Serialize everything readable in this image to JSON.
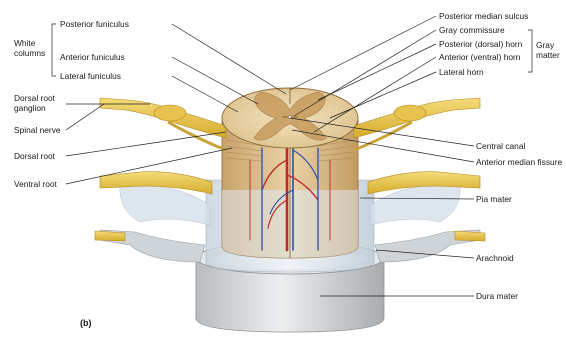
{
  "figure": {
    "panel_label": "(b)",
    "colors": {
      "white_matter": "#e6d0a6",
      "gray_matter": "#c79a5c",
      "nerve": "#e8c64a",
      "pia": "#c9d9e8",
      "dura": "#d3d5d6",
      "artery": "#c0282d",
      "vein": "#2d4fa8"
    }
  },
  "labels": {
    "white_columns_group": [
      "White",
      "columns"
    ],
    "gray_matter_group": [
      "Gray",
      "matter"
    ],
    "posterior_funiculus": "Posterior funiculus",
    "anterior_funiculus": "Anterior funiculus",
    "lateral_funiculus": "Lateral funiculus",
    "dorsal_root_ganglion": [
      "Dorsal root",
      "ganglion"
    ],
    "spinal_nerve": "Spinal nerve",
    "dorsal_root": "Dorsal root",
    "ventral_root": "Ventral root",
    "posterior_median_sulcus": "Posterior median sulcus",
    "gray_commissure": "Gray commissure",
    "posterior_horn": "Posterior (dorsal) horn",
    "anterior_horn": "Anterior (ventral) horn",
    "lateral_horn": "Lateral horn",
    "central_canal": "Central canal",
    "anterior_median_fissure": "Anterior median fissure",
    "pia_mater": "Pia mater",
    "arachnoid": "Arachnoid",
    "dura_mater": "Dura mater"
  }
}
